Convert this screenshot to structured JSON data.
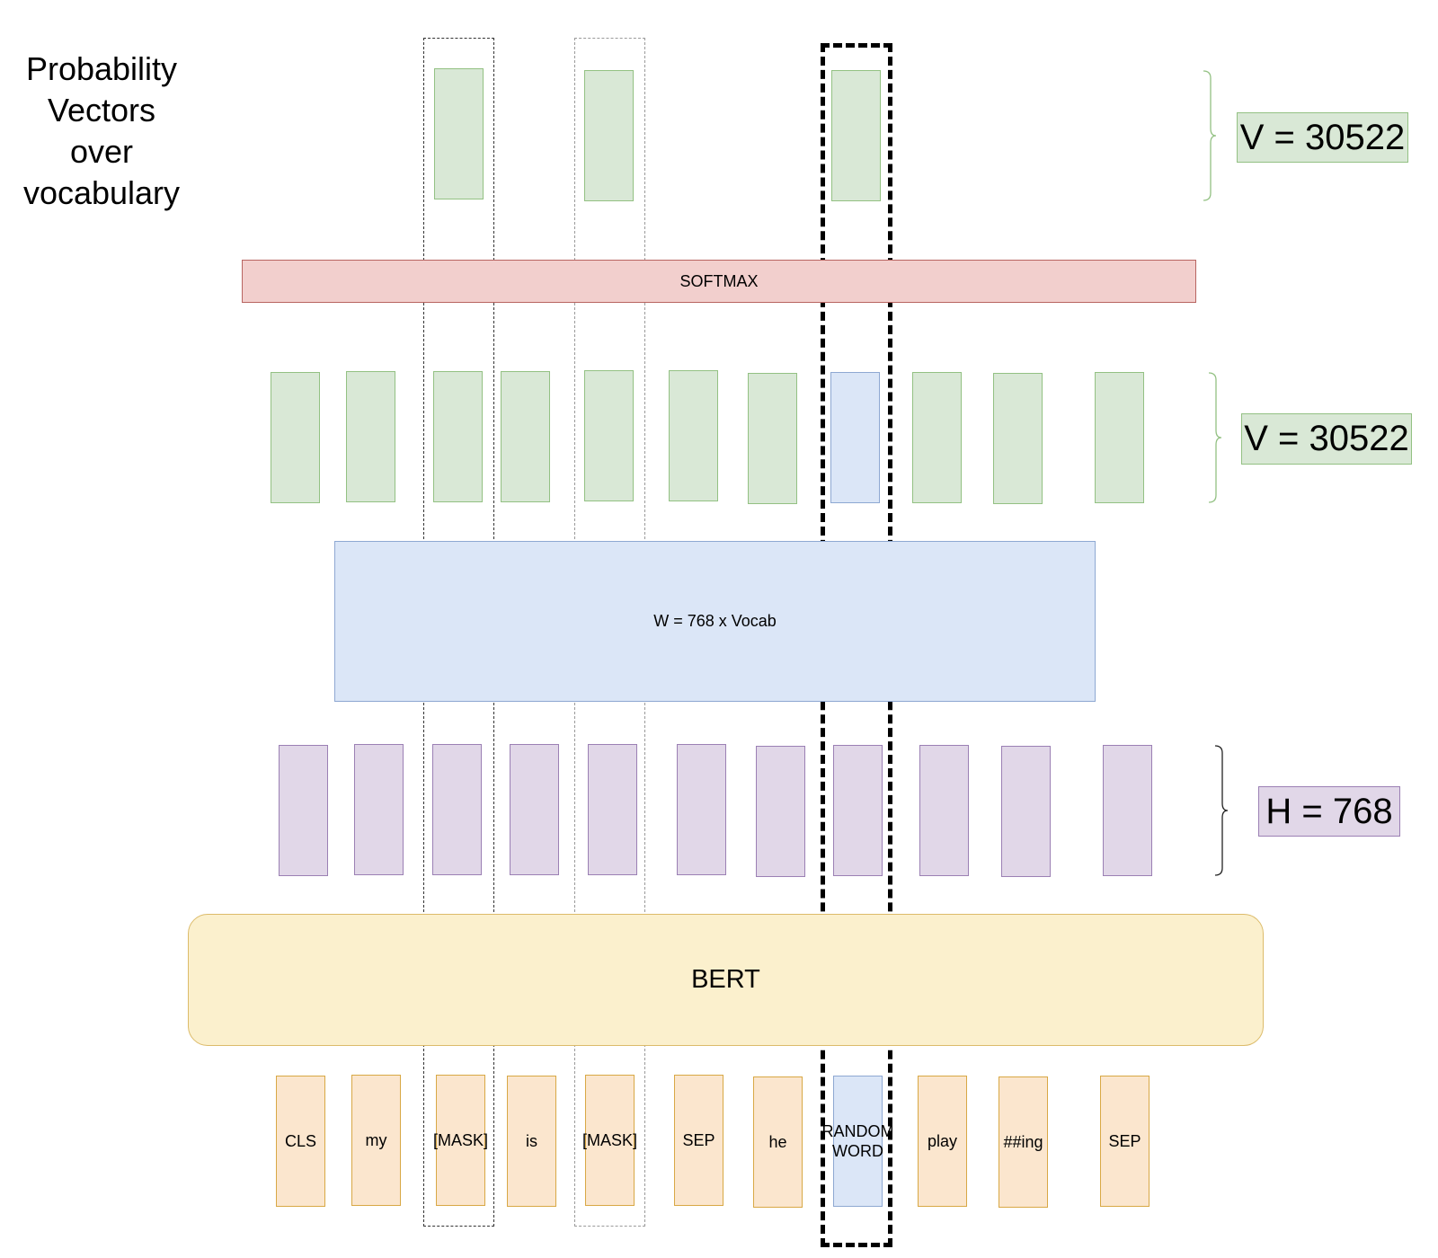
{
  "title": {
    "lines": [
      "Probability",
      "Vectors",
      "over",
      "vocabulary"
    ]
  },
  "layers": {
    "softmax": "SOFTMAX",
    "projection": "W = 768 x Vocab",
    "encoder": "BERT"
  },
  "dimensions": {
    "probability_vocab": "V = 30522",
    "logits_vocab": "V = 30522",
    "hidden": "H = 768"
  },
  "tokens": [
    {
      "label": "CLS",
      "type": "normal"
    },
    {
      "label": "my",
      "type": "normal"
    },
    {
      "label": "[MASK]",
      "type": "masked"
    },
    {
      "label": "is",
      "type": "normal"
    },
    {
      "label": "[MASK]",
      "type": "masked"
    },
    {
      "label": "SEP",
      "type": "normal"
    },
    {
      "label": "he",
      "type": "normal"
    },
    {
      "label": "RANDOM\nWORD",
      "type": "random"
    },
    {
      "label": "play",
      "type": "normal"
    },
    {
      "label": "##ing",
      "type": "normal"
    },
    {
      "label": "SEP",
      "type": "normal"
    }
  ],
  "highlighted_positions": {
    "masked": [
      2,
      4
    ],
    "random_replaced": [
      7
    ]
  },
  "colors": {
    "probability": "#d9e8d6",
    "random": "#dbe6f7",
    "hidden": "#e1d7e8",
    "token": "#fbe6ce",
    "softmax": "#f2cfcd",
    "encoder": "#fbf0cd"
  }
}
